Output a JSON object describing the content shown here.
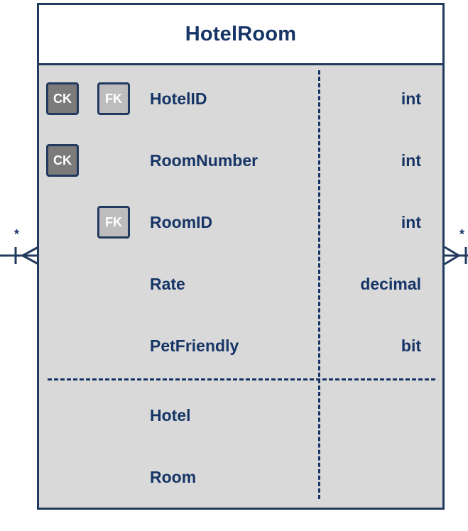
{
  "entity": {
    "title": "HotelRoom",
    "columns": [
      {
        "name": "HotelID",
        "type": "int",
        "ck": "CK",
        "fk": "FK"
      },
      {
        "name": "RoomNumber",
        "type": "int",
        "ck": "CK",
        "fk": ""
      },
      {
        "name": "RoomID",
        "type": "int",
        "ck": "",
        "fk": "FK"
      },
      {
        "name": "Rate",
        "type": "decimal",
        "ck": "",
        "fk": ""
      },
      {
        "name": "PetFriendly",
        "type": "bit",
        "ck": "",
        "fk": ""
      }
    ],
    "navigation": [
      "Hotel",
      "Room"
    ]
  },
  "connectors": {
    "left_multiplicity": "*",
    "right_multiplicity": "*"
  },
  "colors": {
    "border": "#223a5e",
    "text": "#163566",
    "body_fill": "#d9d9d9",
    "ck_fill": "#7b7b7b",
    "fk_fill": "#bdbdbd"
  }
}
